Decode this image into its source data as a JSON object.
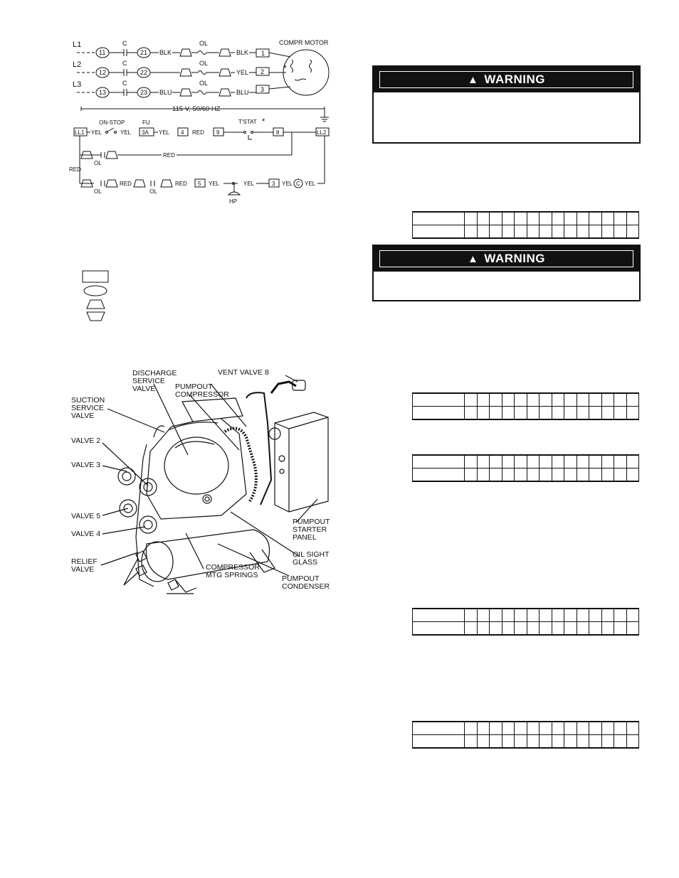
{
  "wiring": {
    "lines": [
      "L1",
      "L2",
      "L3"
    ],
    "contactor_label": "C",
    "line_terminals": [
      "11",
      "12",
      "13"
    ],
    "load_terminals": [
      "21",
      "22",
      "23"
    ],
    "overload_label": "OL",
    "wire_colors_left": [
      "BLK",
      "",
      "BLU"
    ],
    "wire_colors_right": [
      "BLK",
      "YEL",
      "BLU"
    ],
    "motor_terminals": [
      "1",
      "2",
      "3"
    ],
    "motor_label": "COMPR MOTOR",
    "motor_star": "*",
    "control_voltage": "115 V, 50/60 HZ",
    "on_stop": "ON-STOP",
    "fuse": "FU",
    "fuse_terminal": "3A",
    "tstat": "T'STAT",
    "ll1": "LL1",
    "ll2": "LL2",
    "t4": "4",
    "t9": "9",
    "t8": "8",
    "t3": "3",
    "yel": "YEL",
    "red": "RED",
    "hp": "HP",
    "c_circle": "C"
  },
  "figure": {
    "labels": {
      "discharge": "DISCHARGE SERVICE VALVE",
      "pumpout_compressor": "PUMPOUT COMPRESSOR",
      "vent_valve": "VENT VALVE 8",
      "suction": "SUCTION SERVICE VALVE",
      "valve2": "VALVE 2",
      "valve3": "VALVE 3",
      "valve5": "VALVE 5",
      "valve4": "VALVE 4",
      "relief": "RELIEF VALVE",
      "starter_panel": "PUMPOUT STARTER PANEL",
      "oil_sight": "OIL SIGHT GLASS",
      "mtg_springs": "COMPRESSOR MTG SPRINGS",
      "condenser": "PUMPOUT CONDENSER"
    }
  },
  "warnings": [
    {
      "title": "WARNING",
      "icon": "warning-triangle-icon"
    },
    {
      "title": "WARNING",
      "icon": "warning-triangle-icon"
    }
  ]
}
